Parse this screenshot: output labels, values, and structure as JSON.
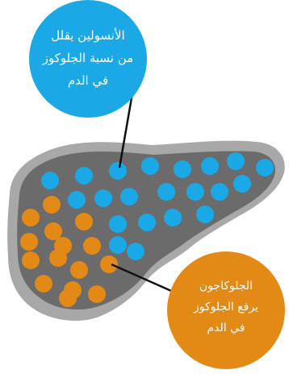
{
  "colors": {
    "background": "#ffffff",
    "organ_outer": "#a8a8a8",
    "organ_inner": "#6b6b6b",
    "insulin_cell": "#1aa9e6",
    "glucagon_cell": "#e38a16",
    "callout_line": "#111111",
    "callout_text": "#ffffff"
  },
  "callouts": {
    "insulin": {
      "lines": [
        "الأنسولين يقلل",
        "من نسبة الجلوكوز",
        "في الدم"
      ],
      "color": "#1aa9e6"
    },
    "glucagon": {
      "lines": [
        "الجلوكاجون",
        "يرفع الجلوكوز",
        "في الدم"
      ],
      "color": "#e38a16"
    }
  }
}
